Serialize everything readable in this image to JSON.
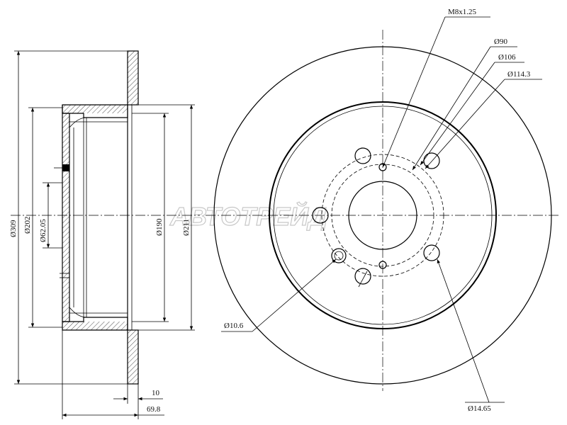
{
  "side_view": {
    "dims": {
      "d309": "Ø309",
      "d202": "Ø202",
      "d62": "Ø62.05",
      "d190": "Ø190",
      "d211": "Ø211",
      "w10": "10",
      "w69": "69.8"
    }
  },
  "front_view": {
    "dims": {
      "thread": "M8x1.25",
      "d90": "Ø90",
      "d106": "Ø106",
      "d114": "Ø114.3",
      "d10_6": "Ø10.6",
      "d14_65": "Ø14.65"
    }
  },
  "watermark": "АВТОТРЕЙД"
}
